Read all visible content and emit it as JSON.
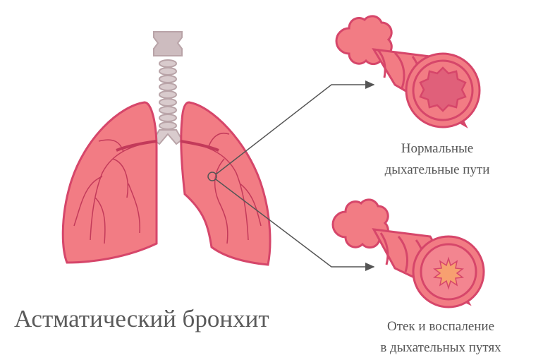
{
  "title": "Астматический бронхит",
  "labels": {
    "normal": {
      "line1": "Нормальные",
      "line2": "дыхательные пути"
    },
    "inflamed": {
      "line1": "Отек и воспаление",
      "line2": "в дыхательных путях"
    }
  },
  "colors": {
    "tissue": "#f27c84",
    "outline": "#d6466a",
    "trachea": "#cdbcbf",
    "lumen_normal": "#e0607a",
    "lumen_inflamed": "#f7a070",
    "arrow": "#555555"
  }
}
